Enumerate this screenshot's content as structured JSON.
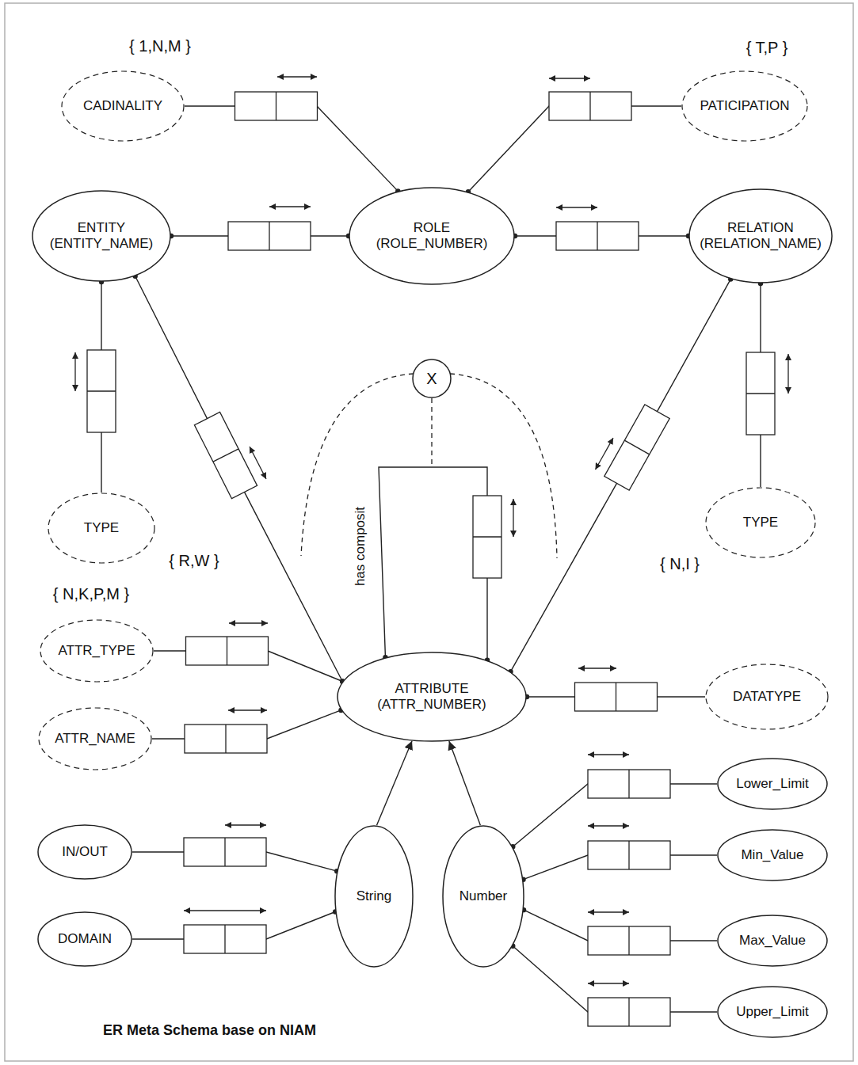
{
  "diagram": {
    "caption": "ER Meta Schema base on NIAM",
    "nodes": [
      {
        "text": [
          "CADINALITY"
        ]
      },
      {
        "text": [
          "PATICIPATION"
        ]
      },
      {
        "text": [
          "ENTITY",
          "(ENTITY_NAME)"
        ]
      },
      {
        "text": [
          "ROLE",
          "(ROLE_NUMBER)"
        ]
      },
      {
        "text": [
          "RELATION",
          "(RELATION_NAME)"
        ]
      },
      {
        "text": [
          "X"
        ]
      },
      {
        "text": [
          "TYPE"
        ]
      },
      {
        "text": [
          "TYPE"
        ]
      },
      {
        "text": [
          "ATTR_TYPE"
        ]
      },
      {
        "text": [
          "ATTRIBUTE",
          "(ATTR_NUMBER)"
        ]
      },
      {
        "text": [
          "DATATYPE"
        ]
      },
      {
        "text": [
          "ATTR_NAME"
        ]
      },
      {
        "text": [
          "IN/OUT"
        ]
      },
      {
        "text": [
          "String"
        ]
      },
      {
        "text": [
          "Number"
        ]
      },
      {
        "text": [
          "DOMAIN"
        ]
      },
      {
        "text": [
          "Lower_Limit"
        ]
      },
      {
        "text": [
          "Min_Value"
        ]
      },
      {
        "text": [
          "Max_Value"
        ]
      },
      {
        "text": [
          "Upper_Limit"
        ]
      }
    ],
    "edges": [
      {
        "from": 0,
        "to": 3,
        "arrow": "none"
      },
      {
        "from": 1,
        "to": 3,
        "arrow": "none"
      },
      {
        "from": 2,
        "to": 3,
        "arrow": "none"
      },
      {
        "from": 3,
        "to": 4,
        "arrow": "none"
      },
      {
        "from": 2,
        "to": 6,
        "arrow": "none"
      },
      {
        "from": 4,
        "to": 7,
        "arrow": "none"
      },
      {
        "from": 2,
        "to": 9,
        "arrow": "none"
      },
      {
        "from": 4,
        "to": 9,
        "arrow": "none"
      },
      {
        "from": 9,
        "to": 9,
        "label": "has composit",
        "arrow": "none"
      },
      {
        "from": 8,
        "to": 9,
        "arrow": "none"
      },
      {
        "from": 11,
        "to": 9,
        "arrow": "none"
      },
      {
        "from": 9,
        "to": 10,
        "arrow": "none"
      },
      {
        "from": 13,
        "to": 9,
        "arrow": "to"
      },
      {
        "from": 14,
        "to": 9,
        "arrow": "to"
      },
      {
        "from": 12,
        "to": 13,
        "arrow": "none"
      },
      {
        "from": 15,
        "to": 13,
        "arrow": "none"
      },
      {
        "from": 14,
        "to": 16,
        "arrow": "none"
      },
      {
        "from": 14,
        "to": 17,
        "arrow": "none"
      },
      {
        "from": 14,
        "to": 18,
        "arrow": "none"
      },
      {
        "from": 14,
        "to": 19,
        "arrow": "none"
      }
    ],
    "labels": [
      "{ 1,N,M }",
      "{ T,P }",
      "{ R,W }",
      "{ N,I }",
      "{ N,K,P,M }"
    ]
  }
}
